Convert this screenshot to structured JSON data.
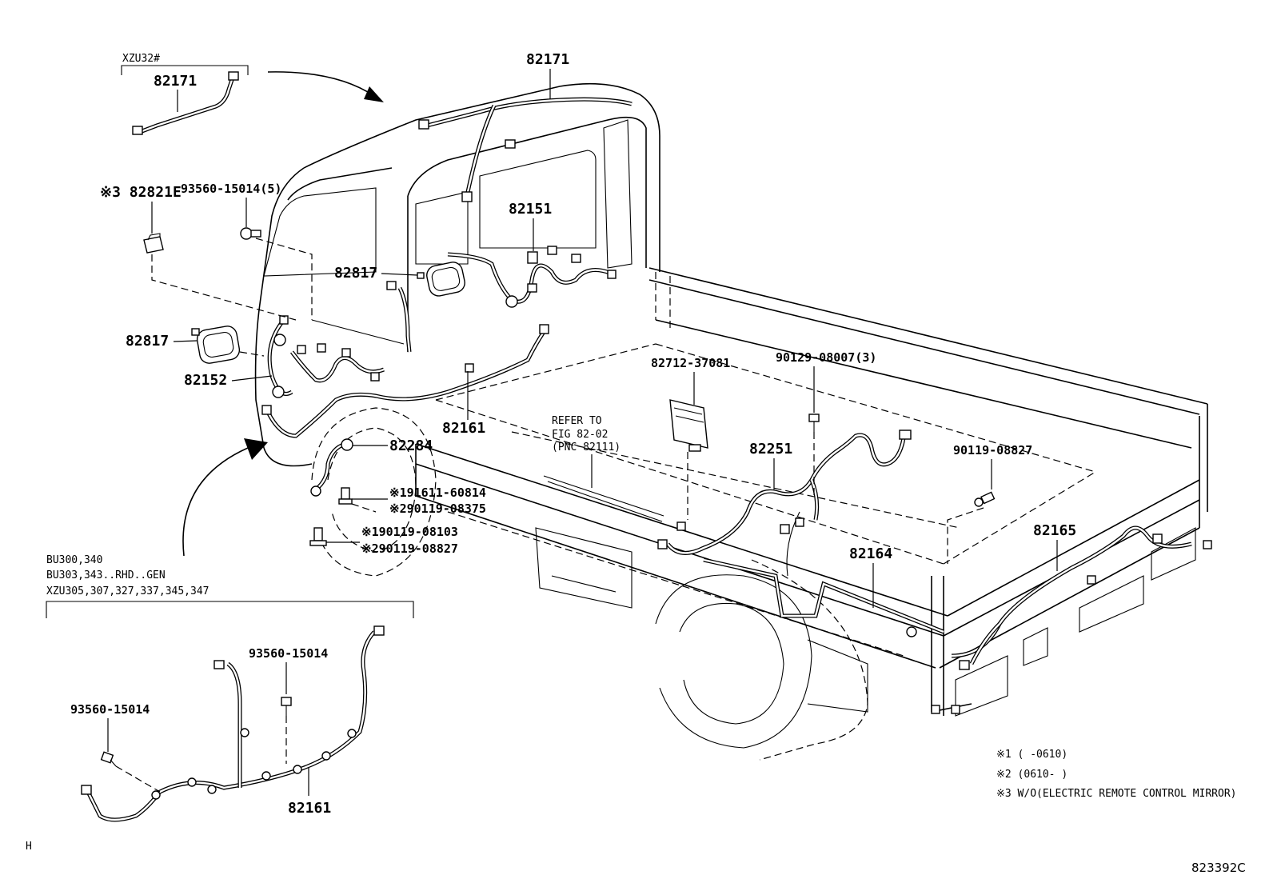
{
  "variants": {
    "xzu32_title": "XZU32#",
    "bu_block": [
      "BU300,340",
      "BU303,343..RHD..GEN",
      "XZU305,307,327,337,345,347"
    ]
  },
  "parts": {
    "p82171_inset": "82171",
    "p82171_main": "82171",
    "p82821e": "※3 82821E",
    "p93560_15014_5": "93560-15014(5)",
    "p82151": "82151",
    "p82817_upper": "82817",
    "p82817_lower": "82817",
    "p82152": "82152",
    "p82161_main": "82161",
    "p82284": "82284",
    "p91611": "※191611-60814",
    "p90119_08375": "※290119-08375",
    "p90119_08103": "※190119-08103",
    "p90119_08827_a": "※290119-08827",
    "p82712": "82712-37081",
    "p90129": "90129-08007(3)",
    "refer_line1": "REFER TO",
    "refer_line2": "FIG 82-02",
    "refer_line3": "(PNC 82111)",
    "p82251": "82251",
    "p90119_08827_b": "90119-08827",
    "p82164": "82164",
    "p82165": "82165",
    "p93560_inset_a": "93560-15014",
    "p93560_inset_b": "93560-15014",
    "p82161_inset": "82161"
  },
  "notes": {
    "n1": "※1 (    -0610)",
    "n2": "※2 (0610-    )",
    "n3": "※3 W/O(ELECTRIC REMOTE CONTROL MIRROR)"
  },
  "footer": {
    "corner_mark": "H",
    "diagram_id": "823392C"
  }
}
